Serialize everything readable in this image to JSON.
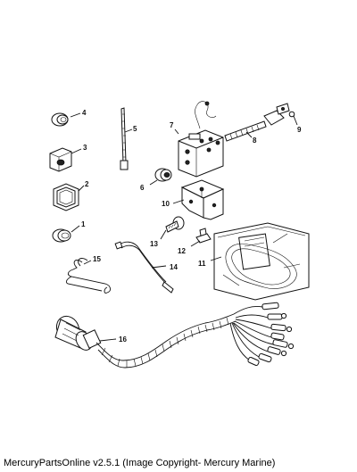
{
  "callouts": {
    "c1": "1",
    "c2": "2",
    "c3": "3",
    "c4": "4",
    "c5": "5",
    "c6": "6",
    "c7": "7",
    "c8": "8",
    "c9": "9",
    "c10": "10",
    "c11": "11",
    "c12": "12",
    "c13": "13",
    "c14": "14",
    "c15": "15",
    "c16": "16"
  },
  "footer": "MercuryPartsOnline v2.5.1 (Image Copyright- Mercury Marine)"
}
